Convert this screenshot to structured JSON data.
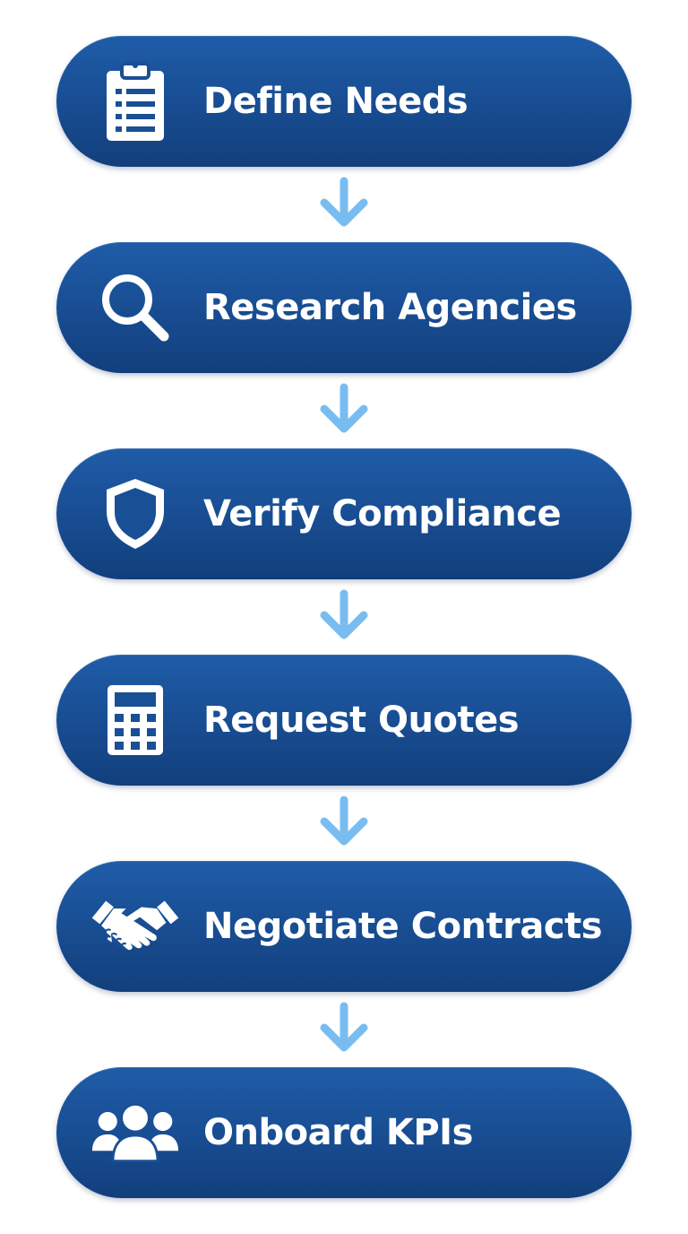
{
  "colors": {
    "step_fill_top": "#1f5ca8",
    "step_fill_bottom": "#123f7c",
    "arrow": "#79bdf0",
    "text": "#ffffff"
  },
  "steps": [
    {
      "label": "Define Needs",
      "icon": "clipboard-checklist-icon"
    },
    {
      "label": "Research Agencies",
      "icon": "magnifying-glass-icon"
    },
    {
      "label": "Verify Compliance",
      "icon": "shield-icon"
    },
    {
      "label": "Request Quotes",
      "icon": "calculator-icon"
    },
    {
      "label": "Negotiate Contracts",
      "icon": "handshake-icon"
    },
    {
      "label": "Onboard KPIs",
      "icon": "team-icon"
    }
  ],
  "connectors": {
    "icon": "down-arrow-icon"
  }
}
